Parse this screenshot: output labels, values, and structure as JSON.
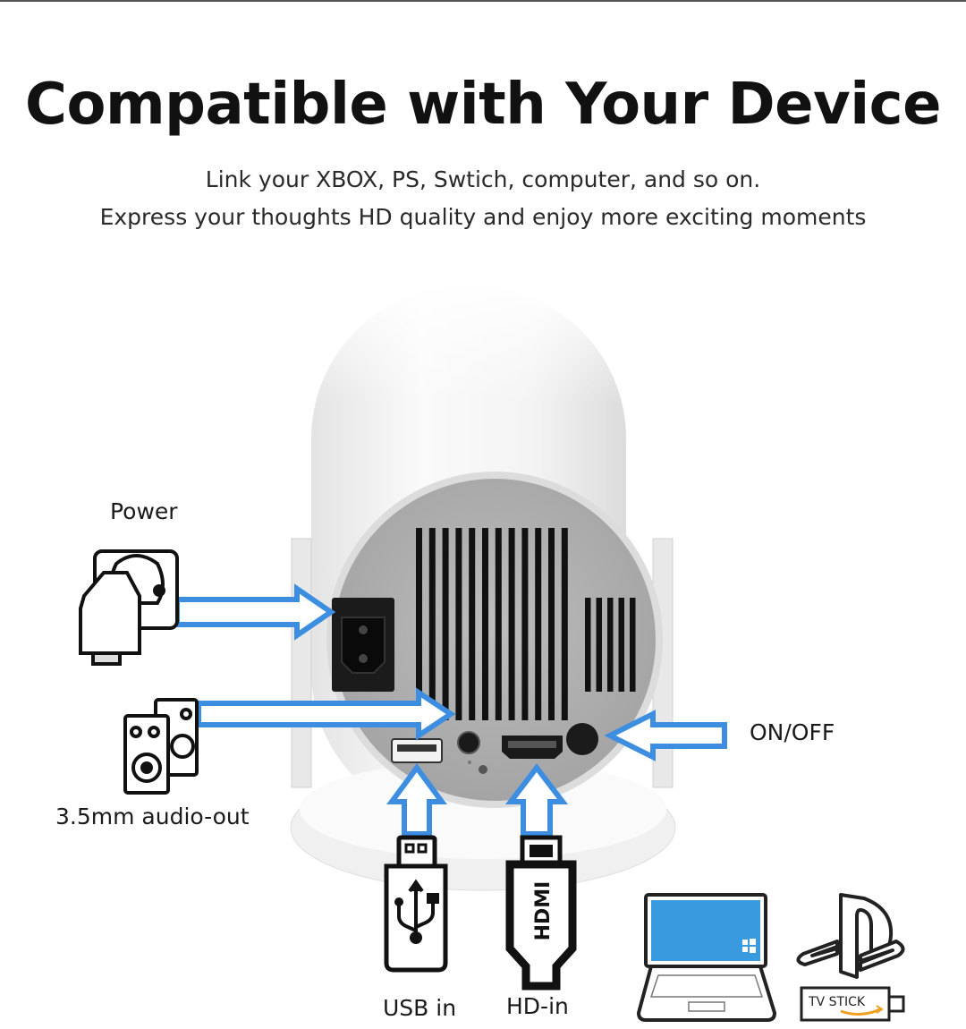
{
  "header": {
    "title": "Compatible with Your Device",
    "subtitle_line1": "Link your XBOX, PS, Swtich, computer,  and so on.",
    "subtitle_line2": "Express your thoughts HD quality and enjoy more exciting moments"
  },
  "ports": {
    "power_label": "Power",
    "audio_label": "3.5mm audio-out",
    "onoff_label": "ON/OFF",
    "usb_label": "USB in",
    "hd_label": "HD-in",
    "hdmi_text": "HDMI"
  },
  "devices": {
    "tv_stick_text": "TV STICK"
  },
  "colors": {
    "arrow_blue": "#3d8ee0",
    "screen_blue": "#3a9ae0",
    "arrow_orange": "#f0a020"
  },
  "icons": [
    "power-socket-icon",
    "speaker-icon",
    "usb-plug-icon",
    "hdmi-plug-icon",
    "laptop-icon",
    "playstation-icon",
    "tv-stick-icon"
  ]
}
